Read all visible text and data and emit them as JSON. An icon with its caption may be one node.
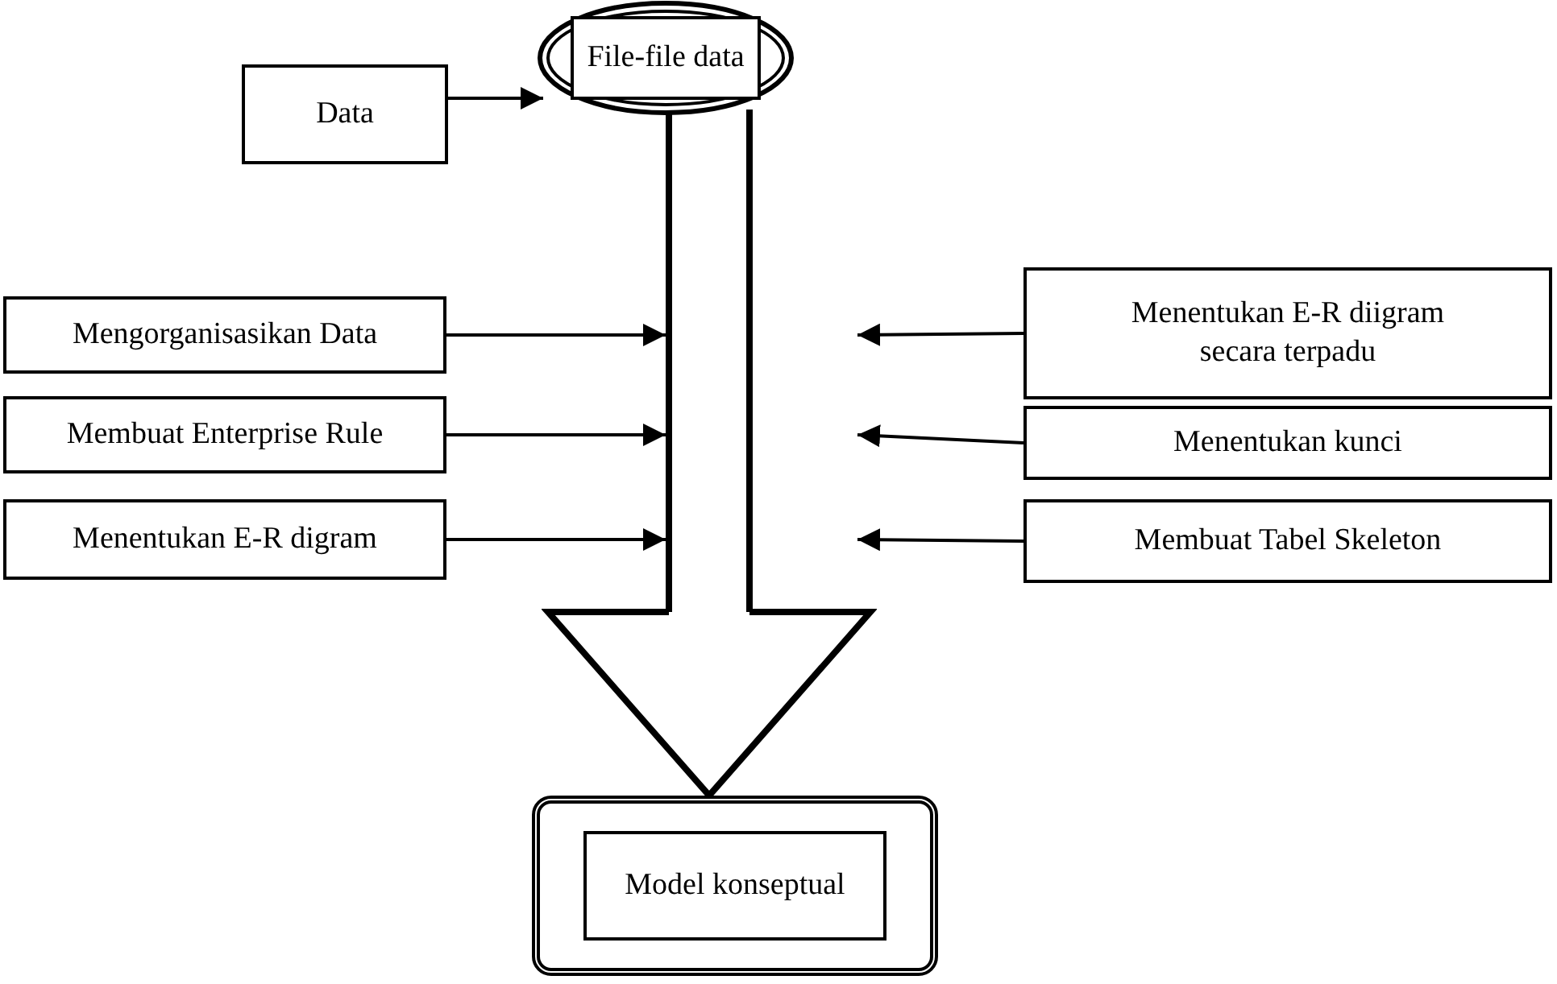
{
  "diagram": {
    "nodes": [
      {
        "text": [
          "Data"
        ]
      },
      {
        "text": [
          "File-file data"
        ]
      },
      {
        "text": [
          "Mengorganisasikan Data"
        ]
      },
      {
        "text": [
          "Membuat Enterprise Rule"
        ]
      },
      {
        "text": [
          "Menentukan E-R digram"
        ]
      },
      {
        "text": [
          "Menentukan E-R diigram secara terpadu"
        ]
      },
      {
        "text": [
          "Menentukan kunci"
        ]
      },
      {
        "text": [
          "Membuat Tabel Skeleton"
        ]
      },
      {
        "text": [
          "Model konseptual"
        ]
      }
    ],
    "edges": [
      {
        "from": 0,
        "to": 1,
        "arrow": "to"
      },
      {
        "from": 1,
        "to": 8,
        "arrow": "to",
        "style": "thick"
      },
      {
        "from": 2,
        "to": null,
        "arrow": "to"
      },
      {
        "from": 3,
        "to": null,
        "arrow": "to"
      },
      {
        "from": 4,
        "to": null,
        "arrow": "to"
      },
      {
        "from": 5,
        "to": null,
        "arrow": "to"
      },
      {
        "from": 6,
        "to": null,
        "arrow": "to"
      },
      {
        "from": 7,
        "to": null,
        "arrow": "to"
      }
    ]
  }
}
